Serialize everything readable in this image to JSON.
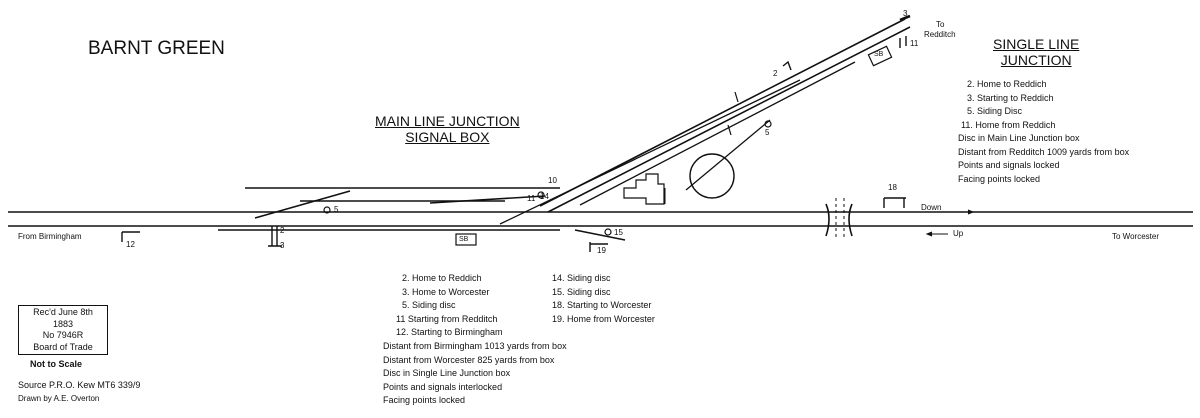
{
  "titles": {
    "main": "BARNT GREEN",
    "right_line1": "SINGLE LINE",
    "right_line2": "JUNCTION",
    "center_line1": "MAIN LINE JUNCTION",
    "center_line2": "SIGNAL BOX"
  },
  "direction_labels": {
    "from_birmingham": "From Birmingham",
    "to_worcester": "To Worcester",
    "to_redditch_1": "To",
    "to_redditch_2": "Redditch",
    "down": "Down",
    "up": "Up",
    "sb": "SB"
  },
  "signal_numbers": {
    "s2": "2",
    "s3": "3",
    "s5": "5",
    "s10": "10",
    "s11": "11",
    "s12": "12",
    "s14": "14",
    "s15": "15",
    "s18": "18",
    "s19": "19",
    "sj2": "2",
    "sj3": "3",
    "sj5": "5",
    "sj11": "11"
  },
  "single_line_key": [
    "2.  Home to Reddich",
    "3.  Starting to Reddich",
    "5.  Siding Disc",
    "11.  Home from Reddich",
    "Disc in Main Line Junction box",
    "Distant from Redditch 1009 yards from box",
    "Points and signals locked",
    "Facing points locked"
  ],
  "main_key_left": [
    "2.  Home to Reddich",
    "3.  Home to Worcester",
    "5.  Siding disc",
    "11    Starting from Redditch",
    "12.   Starting to Birmingham"
  ],
  "main_key_right": [
    "14.  Siding disc",
    "15.  Siding disc",
    "18.  Starting to Worcester",
    "19.  Home from Worcester"
  ],
  "main_notes": [
    "Distant from Birmingham 1013 yards from box",
    "Distant from Worcester 825 yards from box",
    "Disc in Single Line Junction box",
    "Points and signals interlocked",
    "Facing points locked"
  ],
  "receipt_box": [
    "Rec'd June 8th",
    "1883",
    "No 7946R",
    "Board of Trade"
  ],
  "footer": {
    "not_to_scale": "Not to Scale",
    "source": "Source P.R.O. Kew MT6 339/9",
    "drawn_by": "Drawn by A.E. Overton"
  }
}
